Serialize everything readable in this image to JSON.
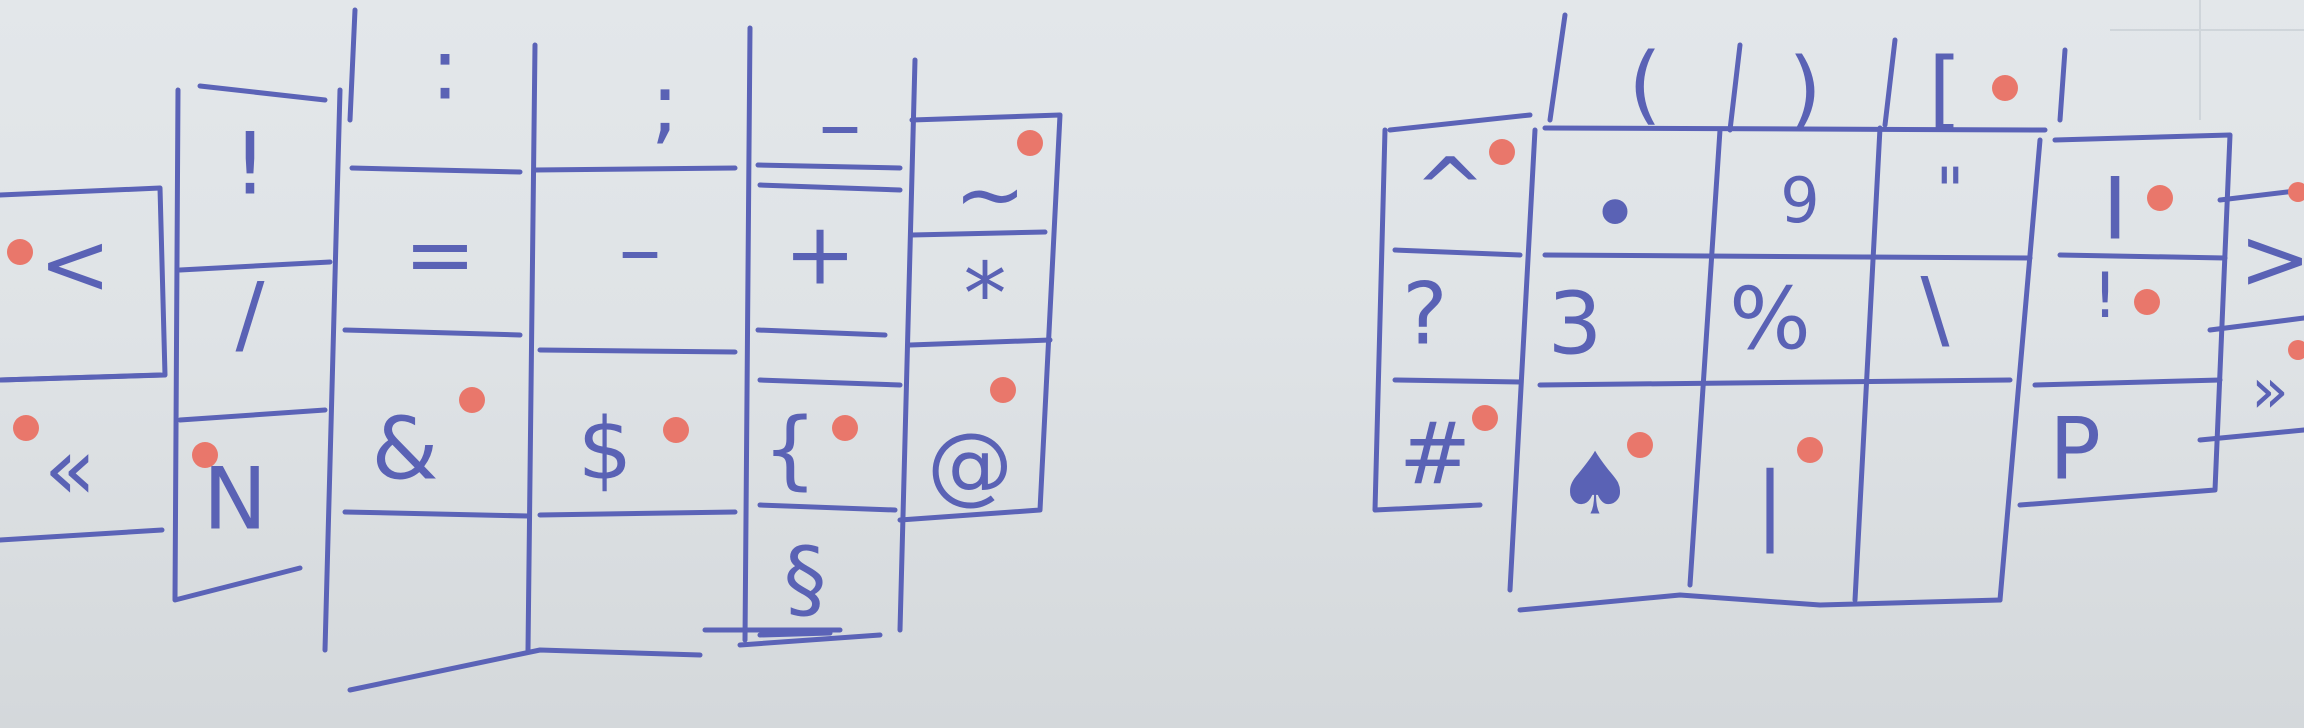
{
  "sketch": {
    "left_keyboard": {
      "keys": [
        {
          "id": "l-top-colon",
          "text": ":"
        },
        {
          "id": "l-top-semicolon",
          "text": ";"
        },
        {
          "id": "l-top-dash",
          "text": "–"
        },
        {
          "id": "l-bang",
          "text": "!"
        },
        {
          "id": "l-tilde",
          "text": "~"
        },
        {
          "id": "l-lt",
          "text": "<"
        },
        {
          "id": "l-slash",
          "text": "/"
        },
        {
          "id": "l-equals",
          "text": "="
        },
        {
          "id": "l-minus",
          "text": "–"
        },
        {
          "id": "l-plus",
          "text": "+"
        },
        {
          "id": "l-star",
          "text": "*"
        },
        {
          "id": "l-laquo",
          "text": "«"
        },
        {
          "id": "l-numero",
          "text": "N"
        },
        {
          "id": "l-amp",
          "text": "&"
        },
        {
          "id": "l-dollar",
          "text": "$"
        },
        {
          "id": "l-brace",
          "text": "{"
        },
        {
          "id": "l-at",
          "text": "@"
        },
        {
          "id": "l-section",
          "text": "§"
        }
      ]
    },
    "right_keyboard": {
      "keys": [
        {
          "id": "r-paren-open",
          "text": "("
        },
        {
          "id": "r-paren-close",
          "text": ")"
        },
        {
          "id": "r-bracket",
          "text": "["
        },
        {
          "id": "r-caret",
          "text": "^"
        },
        {
          "id": "r-bullet",
          "text": "•"
        },
        {
          "id": "r-comma-quote",
          "text": "9"
        },
        {
          "id": "r-dquote",
          "text": "\""
        },
        {
          "id": "r-inv-excl",
          "text": "I"
        },
        {
          "id": "r-gt",
          "text": ">"
        },
        {
          "id": "r-inv-question",
          "text": "?"
        },
        {
          "id": "r-three",
          "text": "3"
        },
        {
          "id": "r-percent",
          "text": "%"
        },
        {
          "id": "r-backslash",
          "text": "\\"
        },
        {
          "id": "r-i-dot",
          "text": "!"
        },
        {
          "id": "r-raquo",
          "text": "»"
        },
        {
          "id": "r-hash",
          "text": "#"
        },
        {
          "id": "r-bell",
          "text": "♠"
        },
        {
          "id": "r-pipe",
          "text": "|"
        },
        {
          "id": "r-pilcrow",
          "text": "P"
        }
      ]
    },
    "colors": {
      "paper": "#e1e5e8",
      "ink": "#5b63b7",
      "marker_dot": "#e9776b"
    }
  }
}
